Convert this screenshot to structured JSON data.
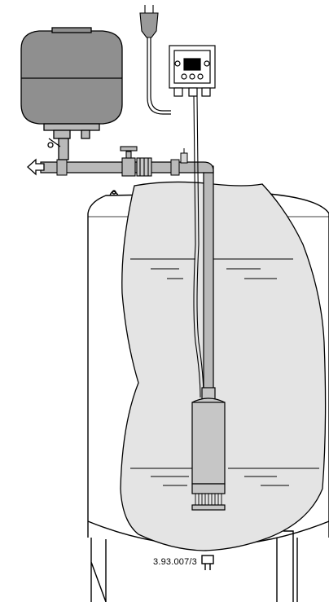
{
  "figure": {
    "reference_code": "3.93.007/3",
    "components": [
      "power-plug",
      "power-cable",
      "pump-controller",
      "pressure-tank",
      "outlet-pipe",
      "outlet-arrow",
      "gate-valve",
      "storage-tank",
      "water-body",
      "riser-pipe",
      "submersible-pump"
    ],
    "colors": {
      "line": "#000000",
      "tank_fill": "#8f8f8f",
      "pipe_fill": "#b9b9b9",
      "water_fill": "#e4e4e4",
      "pump_fill": "#c6c6c6",
      "controller_fill": "#ffffff"
    }
  }
}
